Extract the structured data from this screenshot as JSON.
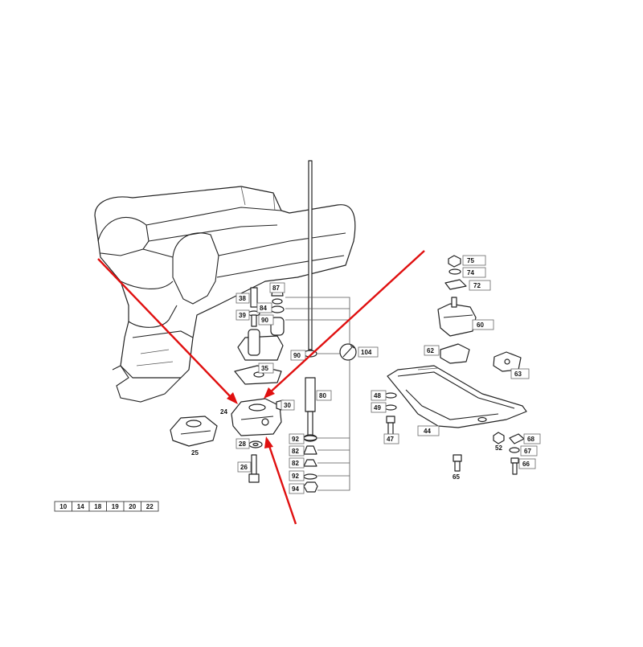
{
  "diagram": {
    "part_labels": {
      "p24": "24",
      "p25": "25",
      "p26": "26",
      "p28": "28",
      "p30": "30",
      "p35": "35",
      "p38": "38",
      "p39": "39",
      "p44": "44",
      "p47": "47",
      "p48": "48",
      "p49": "49",
      "p52": "52",
      "p60": "60",
      "p62": "62",
      "p63": "63",
      "p65": "65",
      "p66": "66",
      "p67": "67",
      "p68": "68",
      "p72": "72",
      "p74": "74",
      "p75": "75",
      "p80": "80",
      "p82a": "82",
      "p82b": "82",
      "p84": "84",
      "p87": "87",
      "p90a": "90",
      "p90b": "90",
      "p92a": "92",
      "p92b": "92",
      "p94": "94",
      "p104": "104"
    },
    "reference_row": [
      "10",
      "14",
      "18",
      "19",
      "20",
      "22"
    ],
    "highlight_color": "#e01010"
  }
}
